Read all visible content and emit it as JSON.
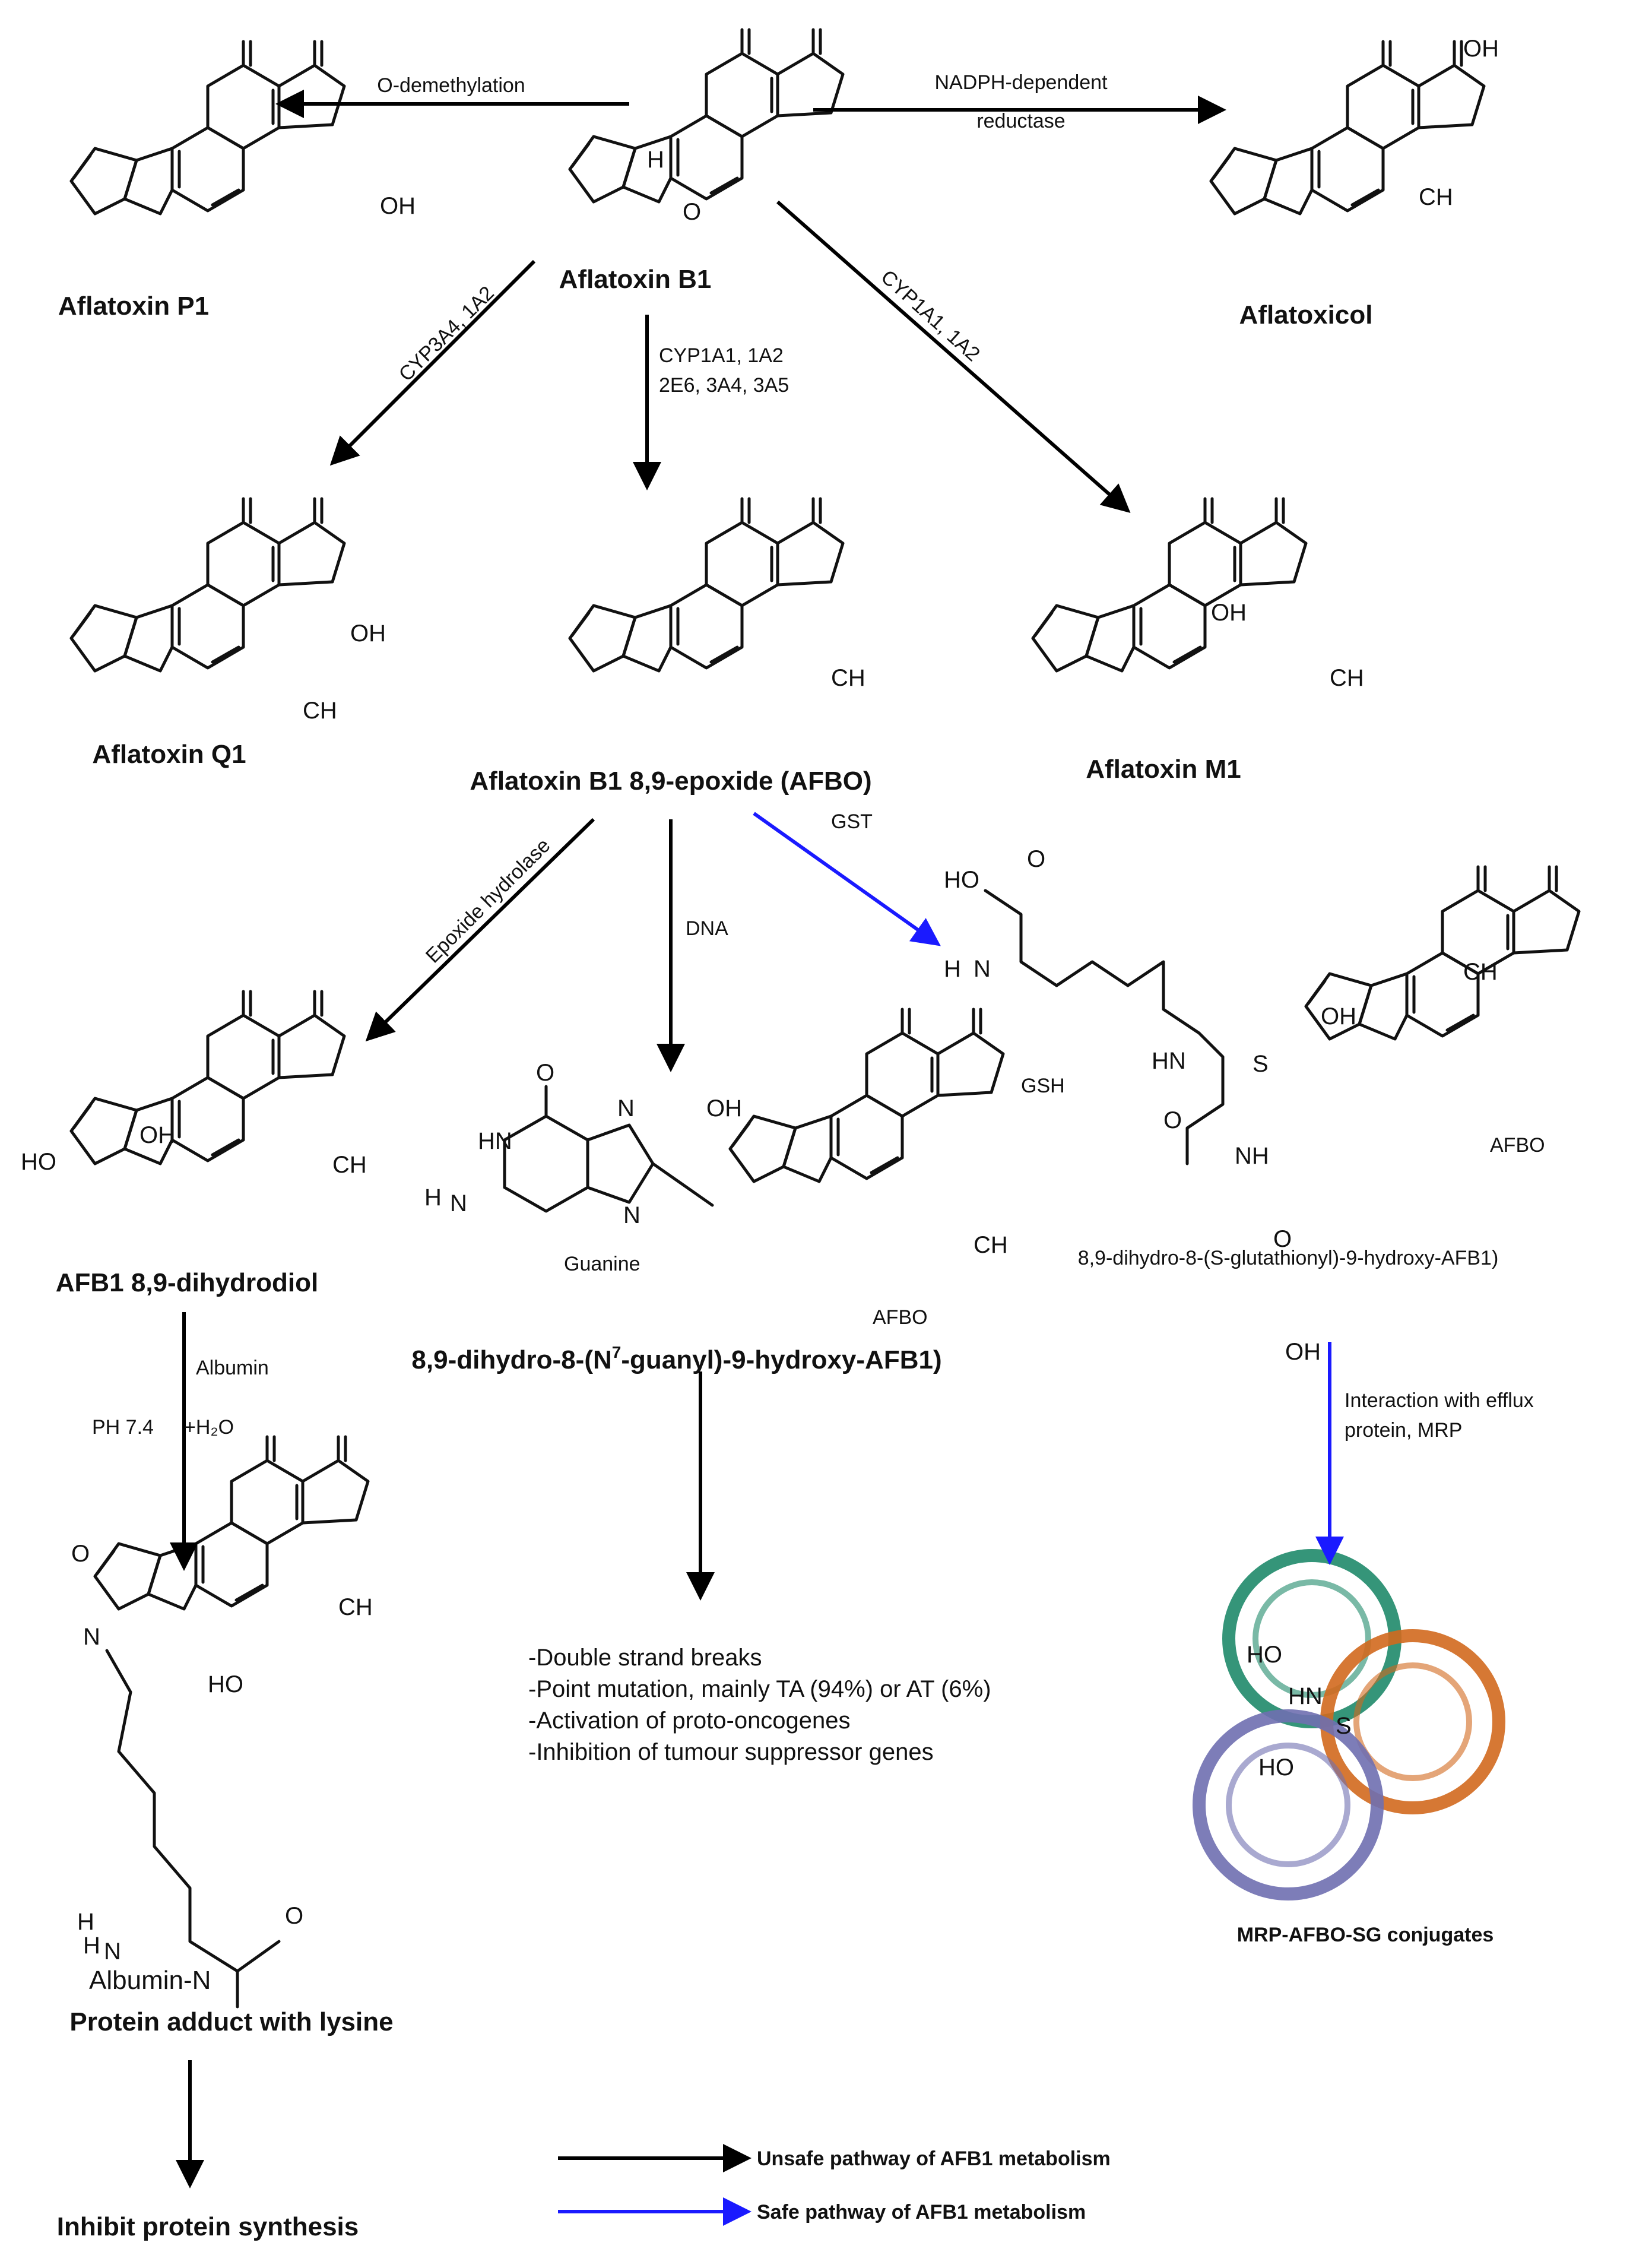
{
  "compounds": {
    "afb1": "Aflatoxin B1",
    "p1": "Aflatoxin P1",
    "aflatoxicol": "Aflatoxicol",
    "q1": "Aflatoxin Q1",
    "afbo": "Aflatoxin B1 8,9-epoxide (AFBO)",
    "m1": "Aflatoxin M1",
    "dihydrodiol": "AFB1 8,9-dihydrodiol",
    "guanyl_prefix": "8,9-dihydro-8-(N",
    "guanyl_sup": "7",
    "guanyl_suffix": "-guanyl)-9-hydroxy-AFB1)",
    "glutathionyl": "8,9-dihydro-8-(S-glutathionyl)-9-hydroxy-AFB1)",
    "protein_adduct": "Protein adduct with lysine",
    "inhibit": "Inhibit protein synthesis",
    "mrp_conj": "MRP-AFBO-SG conjugates"
  },
  "enzymes": {
    "odemethyl": "O-demethylation",
    "nadph_1": "NADPH-dependent",
    "nadph_2": "reductase",
    "cyp3a4": "CYP3A4, 1A2",
    "cyp_mid_1": "CYP1A1, 1A2",
    "cyp_mid_2": "2E6, 3A4, 3A5",
    "cyp1a1": "CYP1A1, 1A2",
    "epoxide_hydrolase": "Epoxide hydrolase",
    "dna": "DNA",
    "gst": "GST",
    "albumin": "Albumin",
    "ph": "PH 7.4",
    "h2o": "+H₂O",
    "efflux_1": "Interaction with efflux",
    "efflux_2": "protein, MRP"
  },
  "sublabels": {
    "guanine": "Guanine",
    "afbo_a": "AFBO",
    "gsh": "GSH",
    "afbo_b": "AFBO",
    "albumin_n": "Albumin-N"
  },
  "effects": [
    "-Double strand breaks",
    "-Point mutation, mainly TA (94%) or AT (6%)",
    "-Activation of proto-oncogenes",
    "-Inhibition of tumour suppressor genes"
  ],
  "legend": {
    "unsafe": "Unsafe pathway of AFB1 metabolism",
    "safe": "Safe pathway of AFB1 metabolism",
    "unsafe_color": "#000000",
    "safe_color": "#1a1aff"
  },
  "protein_colors": [
    "#1f8a6a",
    "#d2691e",
    "#6f6fb0"
  ]
}
